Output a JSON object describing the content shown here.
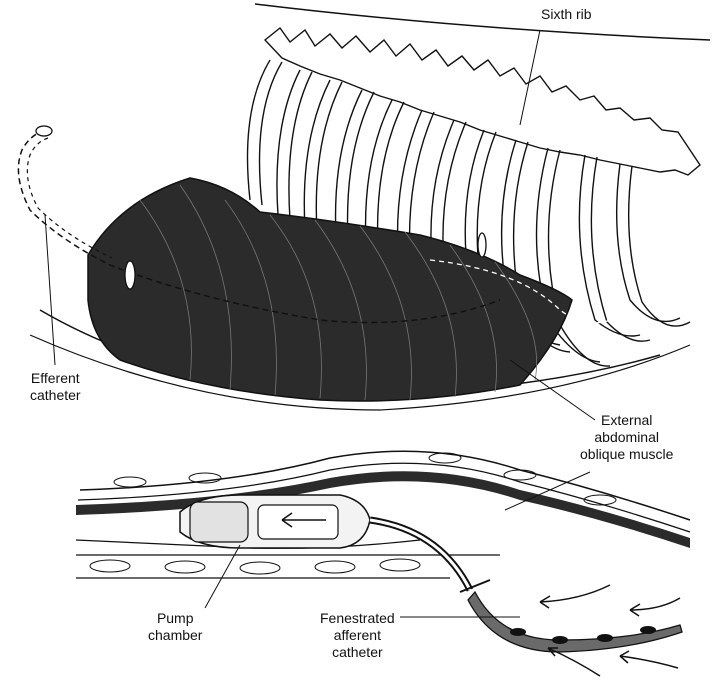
{
  "labels": {
    "sixth_rib": "Sixth rib",
    "efferent_catheter": [
      "Efferent",
      "catheter"
    ],
    "external_abdominal_oblique_muscle": [
      "External",
      "abdominal",
      "oblique muscle"
    ],
    "pump_chamber": [
      "Pump",
      "chamber"
    ],
    "fenestrated_afferent_catheter": [
      "Fenestrated",
      "afferent",
      "catheter"
    ]
  },
  "colors": {
    "ink": "#111111",
    "muscle": "#2b2b2b",
    "background": "#ffffff"
  }
}
